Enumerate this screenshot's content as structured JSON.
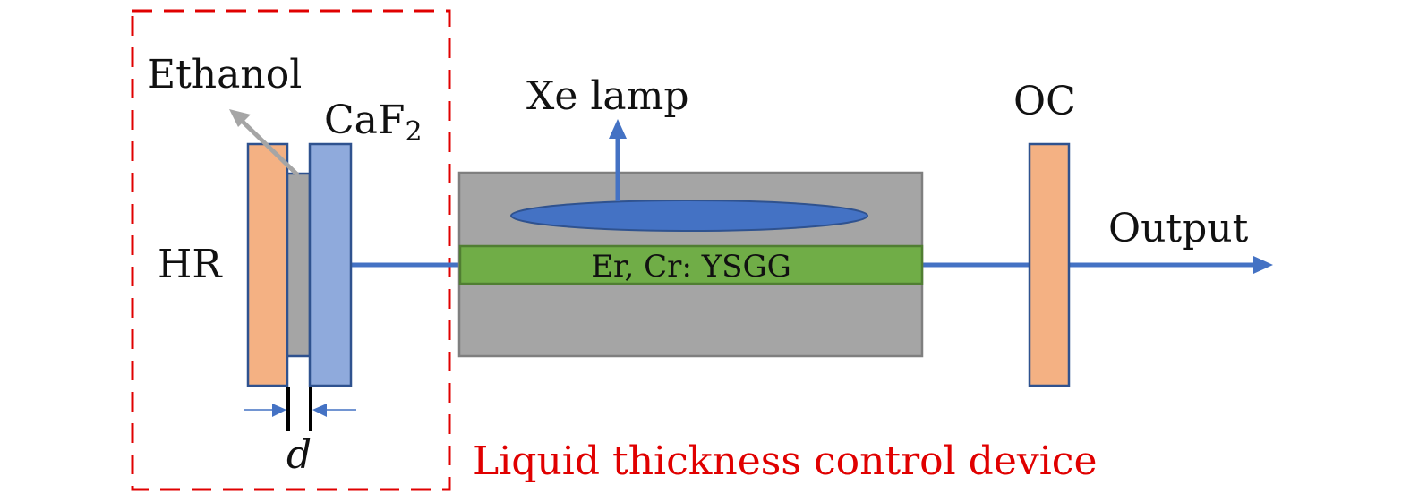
{
  "labels": {
    "ethanol": "Ethanol",
    "caf2_main": "CaF",
    "caf2_sub": "2",
    "hr": "HR",
    "d": "d",
    "xe_lamp": "Xe lamp",
    "crystal": "Er, Cr: YSGG",
    "oc": "OC",
    "output": "Output",
    "device": "Liquid thickness control device"
  },
  "colors": {
    "mirror_fill": "#F4B183",
    "mirror_stroke": "#2F528F",
    "caf2_fill": "#8FAADC",
    "ethanol_fill": "#A5A5A5",
    "pump_chamber_fill": "#A5A5A5",
    "pump_chamber_stroke": "#7F7F7F",
    "crystal_fill": "#70AD47",
    "crystal_stroke": "#507E32",
    "lamp_fill": "#4472C4",
    "beam": "#4472C4",
    "pointer_arrow": "#A5A5A5",
    "device_box": "#E00000",
    "device_label": "#E00000"
  }
}
